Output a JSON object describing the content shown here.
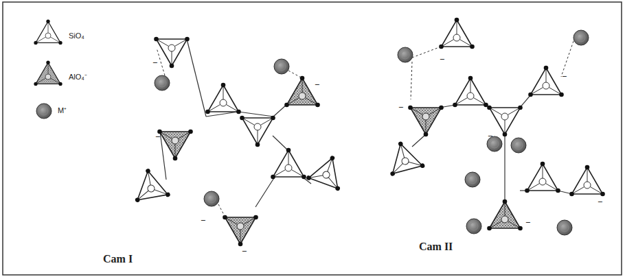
{
  "diagram": {
    "labels": [
      "Cam I",
      "Cam II",
      "−",
      "−",
      "−",
      "−",
      "−",
      "−",
      "−",
      "−",
      "−",
      "−",
      "−"
    ],
    "legend": [
      {
        "text": "SiO₄"
      },
      {
        "text": "AlO₄⁻"
      },
      {
        "text": "M⁺"
      }
    ]
  }
}
